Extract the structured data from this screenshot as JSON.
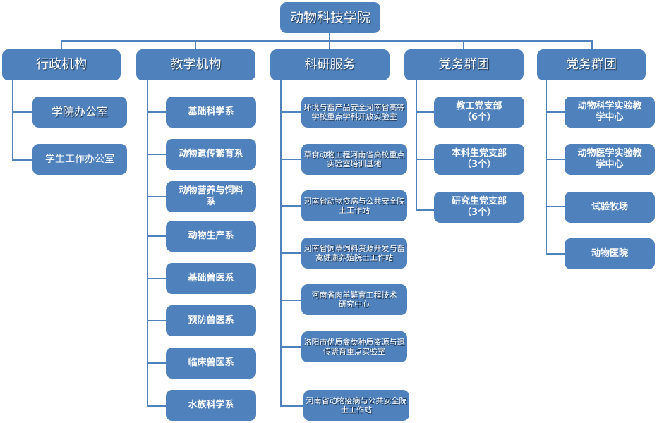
{
  "colors": {
    "box": "#4f81bd",
    "line": "#4f81bd",
    "text": "#ffffff"
  },
  "root": {
    "label": "动物科技学院"
  },
  "columns": [
    {
      "label": "行政机构",
      "children": [
        "学院办公室",
        "学生工作办公室"
      ]
    },
    {
      "label": "教学机构",
      "children": [
        "基础科学系",
        "动物遗传繁育系",
        "动物营养与饲料系",
        "动物生产系",
        "基础兽医系",
        "预防兽医系",
        "临床兽医系",
        "水族科学系"
      ]
    },
    {
      "label": "科研服务",
      "children": [
        "环境与畜产品安全河南省高等学校重点学科开放实验室",
        "草食动物工程河南省高校重点实验室培训基地",
        "河南省动物疫病与公共安全院士工作站",
        "河南省饲草饲料资源开发与畜禽健康养殖院士工作站",
        "河南省肉羊繁育工程技术研究中心",
        "洛阳市优质禽类种质资源与遗传繁育重点实验室",
        "河南省动物疫病与公共安全院士工作站"
      ]
    },
    {
      "label": "党务群团",
      "children": [
        "教工党支部（6个）",
        "本科生党支部（3个）",
        "研究生党支部（3个）"
      ]
    },
    {
      "label": "党务群团",
      "children": [
        "动物科学实验教学中心",
        "动物医学实验教学中心",
        "试验牧场",
        "动物医院"
      ]
    }
  ]
}
